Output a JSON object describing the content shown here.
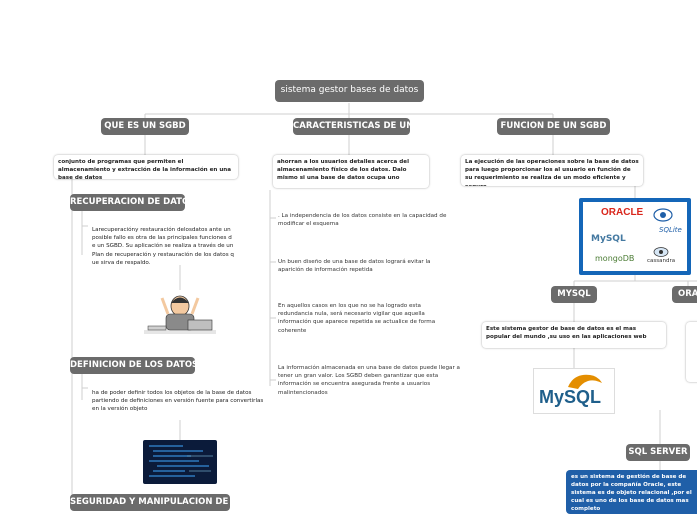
{
  "colors": {
    "node_dark": "#6b6b6b",
    "line": "#cfcfcf",
    "blue_card": "#1f5fa8"
  },
  "root": {
    "title": "sistema gestor bases de datos"
  },
  "branches": {
    "que_es": {
      "title": "QUE ES UN SGBD",
      "text": "conjunto de programas que permiten el almacenamiento y extracción de la información en una base de datos",
      "recuperacion": {
        "title": "RECUPERACION DE DATOS",
        "text": "Larecuperacióny restauración delosdatos ante un posible fallo es otra de las principales funciones de un SGBD. Su aplicación se realiza a través de un Plan de recuperación y restauración de los datos que sirva de respaldo."
      },
      "definicion": {
        "title": "DEFINICION DE LOS DATOS",
        "text": "ha de poder definir todos los objetos de la base de datos partiendo de definiciones en versión fuente para convertirlas en la versión objeto"
      },
      "seguridad": {
        "title": "SEGURIDAD Y MANIPULACION DE DATOS"
      }
    },
    "caracteristicas": {
      "title": "CARACTERISTICAS DE UN SGBD",
      "items": [
        "ahorran a los usuarios detalles acerca del almacenamiento físico de los datos. Dalo mismo si una base de datos ocupa uno",
        ". La independencia de los datos consiste en la capacidad de modificar el esquema",
        "Un buen diseño de una base de datos logrará evitar la aparición de información repetida",
        "En aquellos casos en los que no se ha logrado esta redundancia nula, será necesario vigilar que aquella información que aparece repetida se actualice de forma coherente",
        "La información almacenada en una base de datos puede llegar a tener un gran valor. Los SGBD deben garantizar que esta información se encuentra asegurada frente a usuarios malintencionados"
      ]
    },
    "funcion": {
      "title": "FUNCION DE UN SGBD",
      "text": "La ejecución de las operaciones sobre la base de datos para luego proporcionar los al usuario en función de su requerimiento se realiza de un modo eficiente y seguro.",
      "logos": {
        "oracle": "ORACLE",
        "sqlite": "SQLite",
        "mysql": "MySQL",
        "mongodb": "mongoDB",
        "cassandra": "cassandra"
      },
      "mysql": {
        "title": "MYSQL",
        "text": "Este sistema gestor de base de datos es el mas popular del mundo ,su uso en las aplicaciones web",
        "logo": "MySQL"
      },
      "oracle": {
        "title": "ORA"
      },
      "sql_server": {
        "title": "SQL SERVER",
        "text": "es un sistema de gestión de base de datos por la compañía Oracle, este sistema es de objeto relacional ,por el cual es uno de los base de datos mas completo"
      }
    }
  }
}
